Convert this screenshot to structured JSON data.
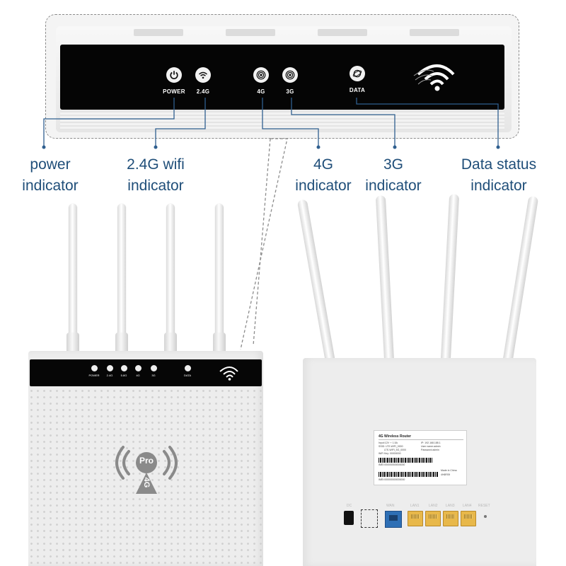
{
  "zoom_panel": {
    "indicators": [
      {
        "label": "POWER",
        "icon": "power-icon"
      },
      {
        "label": "2.4G",
        "icon": "wifi-icon"
      },
      {
        "label": "4G",
        "icon": "signal-icon"
      },
      {
        "label": "3G",
        "icon": "signal-icon"
      },
      {
        "label": "DATA",
        "icon": "globe-icon"
      }
    ],
    "logo_icon": "wifi-logo-icon"
  },
  "callouts": {
    "power": [
      "power",
      "indicator"
    ],
    "wifi": [
      "2.4G wifi",
      "indicator"
    ],
    "g4": [
      "4G",
      "indicator"
    ],
    "g3": [
      "3G",
      "indicator"
    ],
    "data": [
      "Data status",
      "indicator"
    ]
  },
  "front_panel": {
    "indicators": [
      "POWER",
      "2.4G",
      "5.8G",
      "4G",
      "3G",
      "DATA"
    ],
    "badge_text": "Pro",
    "badge_sub": "4G"
  },
  "sticker": {
    "title": "4G Wireless Router",
    "lines": [
      "Input:12V ⎓ 1.5A",
      "SSID: LTE-WIFI_0000",
      "LTE-WIFI_5G_0000",
      "WiFi Key: 00000000",
      "IP: 192.168.188.1",
      "User name:admin",
      "Password:admin",
      "IMEI:000000000000000",
      "Made in China",
      "4H6RS9",
      "IMEI:000000000000000"
    ]
  },
  "back_ports": {
    "labels": [
      "DC",
      "WAN",
      "LAN1",
      "LAN2",
      "LAN3",
      "LAN4",
      "RESET"
    ]
  },
  "colors": {
    "label_blue": "#1f4e79",
    "leader_line": "#2f5f8f",
    "lan_port": "#e8b84a",
    "wan_port": "#2e6fb5"
  }
}
